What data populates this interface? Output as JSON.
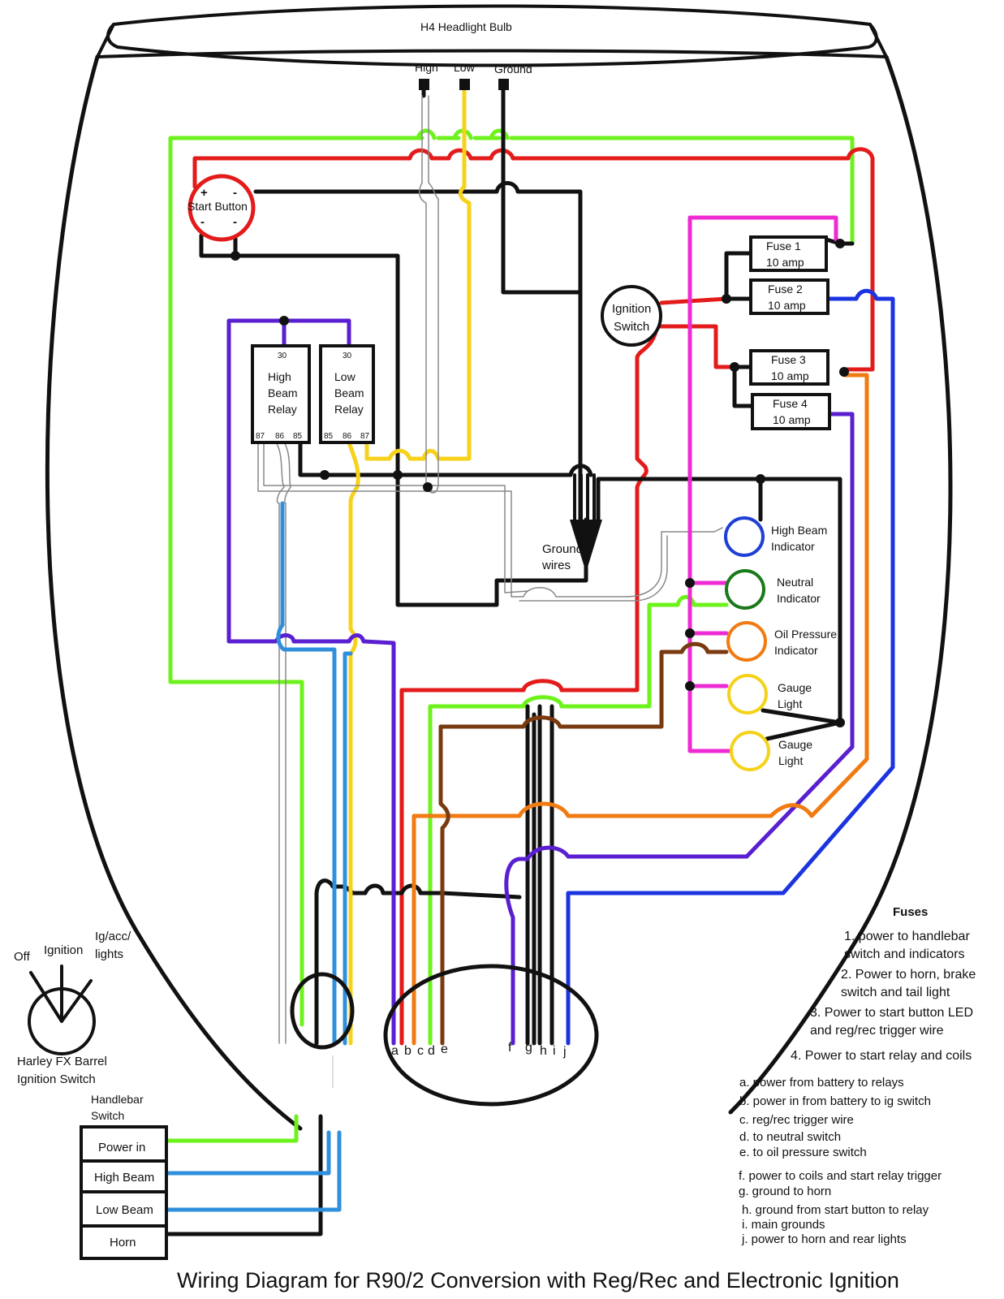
{
  "title": "Wiring Diagram for R90/2 Conversion with Reg/Rec and Electronic Ignition",
  "headlight": {
    "label": "H4 Headlight Bulb",
    "terminals": [
      "High",
      "Low",
      "Ground"
    ]
  },
  "start_button": {
    "label": "Start Button",
    "plus": "+",
    "minus": "-"
  },
  "relays": [
    {
      "pin30": "30",
      "lines": [
        "High",
        "Beam",
        "Relay"
      ],
      "pins": [
        "87",
        "86",
        "85"
      ]
    },
    {
      "pin30": "30",
      "lines": [
        "Low",
        "Beam",
        "Relay"
      ],
      "pins": [
        "85",
        "86",
        "87"
      ]
    }
  ],
  "ignition_switch": {
    "lines": [
      "Ignition",
      "Switch"
    ]
  },
  "fuses": [
    {
      "name": "Fuse 1",
      "rating": "10 amp"
    },
    {
      "name": "Fuse 2",
      "rating": "10 amp"
    },
    {
      "name": "Fuse 3",
      "rating": "10 amp"
    },
    {
      "name": "Fuse 4",
      "rating": "10 amp"
    }
  ],
  "ground_wires_label": [
    "Ground",
    "wires"
  ],
  "indicators": [
    {
      "lines": [
        "High Beam",
        "Indicator"
      ],
      "color": "#1f3fd6"
    },
    {
      "lines": [
        "Neutral",
        "Indicator"
      ],
      "color": "#1a7a1a"
    },
    {
      "lines": [
        "Oil Pressure",
        "Indicator"
      ],
      "color": "#f07b12"
    },
    {
      "lines": [
        "Gauge",
        "Light"
      ],
      "color": "#f5d21a"
    },
    {
      "lines": [
        "Gauge",
        "Light"
      ],
      "color": "#f5d21a"
    }
  ],
  "connector_letters": [
    "a",
    "b",
    "c",
    "d",
    "e",
    "f",
    "g",
    "h",
    "i",
    "j"
  ],
  "barrel_switch": {
    "positions": [
      "Off",
      "Ignition",
      "Ig/acc/",
      "lights"
    ],
    "label": [
      "Harley FX Barrel",
      "Ignition Switch"
    ]
  },
  "handlebar_switch": {
    "label": [
      "Handlebar",
      "Switch"
    ],
    "rows": [
      "Power in",
      "High Beam",
      "Low Beam",
      "Horn"
    ]
  },
  "fuses_legend": {
    "heading": "Fuses",
    "items": [
      [
        "1. power to handlebar",
        "switch and indicators"
      ],
      [
        "2. Power to horn, brake",
        "switch and tail light"
      ],
      [
        "3. Power to start button LED",
        "and reg/rec trigger wire"
      ],
      [
        "4. Power to start relay and coils"
      ]
    ]
  },
  "wire_legend": [
    "a. power from battery to relays",
    "b. power in from battery to ig switch",
    "c. reg/rec trigger wire",
    "d. to neutral switch",
    "e. to oil pressure switch",
    "f. power to coils and start relay trigger",
    "g. ground to horn",
    "h. ground from start button to relay",
    "i. main grounds",
    "j. power to horn and rear lights"
  ],
  "colors": {
    "red": "#e31b1b",
    "green": "#6ef21c",
    "yellow": "#f6d21a",
    "black": "#111111",
    "purple": "#5a1fd0",
    "magenta": "#ee2bd3",
    "blue": "#1c34e0",
    "lightblue": "#2f8fdc",
    "orange": "#f07b12",
    "brown": "#7a3a10",
    "grey": "#9a9a9a"
  }
}
